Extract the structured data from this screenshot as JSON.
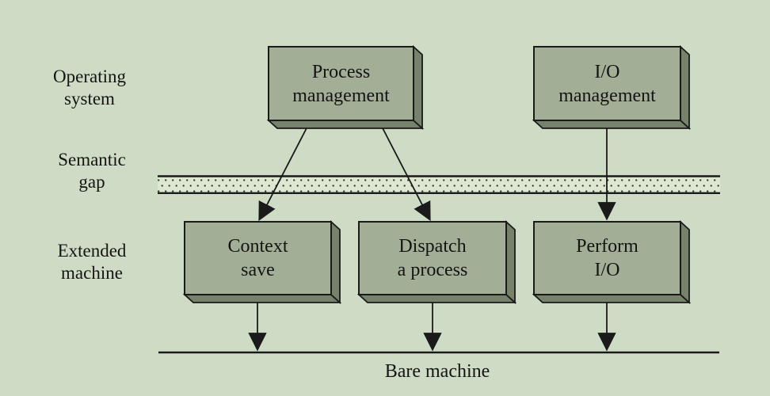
{
  "colors": {
    "background": "#cfdcc5",
    "box_face": "#a3ae97",
    "box_side": "#76826b",
    "band_fill": "#dde7d2",
    "band_dot": "#2a2f27",
    "line": "#1a1a1a",
    "text": "#141414"
  },
  "row_labels": [
    {
      "id": "operating-system",
      "label": "Operating\nsystem"
    },
    {
      "id": "semantic-gap",
      "label": "Semantic\ngap"
    },
    {
      "id": "extended-machine",
      "label": "Extended\nmachine"
    }
  ],
  "boxes": [
    {
      "id": "process-management",
      "label": "Process\nmanagement"
    },
    {
      "id": "io-management",
      "label": "I/O\nmanagement"
    },
    {
      "id": "context-save",
      "label": "Context\nsave"
    },
    {
      "id": "dispatch-a-process",
      "label": "Dispatch\na process"
    },
    {
      "id": "perform-io",
      "label": "Perform\nI/O"
    }
  ],
  "baseline_label": "Bare machine",
  "edges": [
    {
      "from": "Process management",
      "to": "Context save"
    },
    {
      "from": "Process management",
      "to": "Dispatch a process"
    },
    {
      "from": "I/O management",
      "to": "Perform I/O"
    },
    {
      "from": "Context save",
      "to": "Bare machine"
    },
    {
      "from": "Dispatch a process",
      "to": "Bare machine"
    },
    {
      "from": "Perform I/O",
      "to": "Bare machine"
    }
  ]
}
